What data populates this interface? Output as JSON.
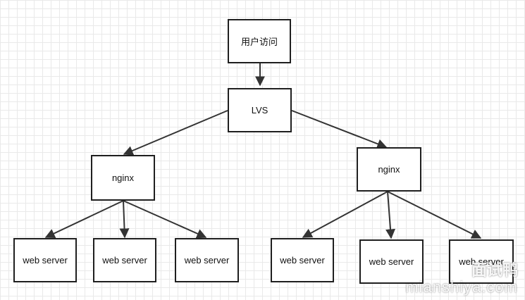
{
  "nodes": {
    "user": "用户访问",
    "lvs": "LVS",
    "nginx_left": "nginx",
    "nginx_right": "nginx",
    "web1": "web server",
    "web2": "web server",
    "web3": "web server",
    "web4": "web server",
    "web5": "web server",
    "web6": "web server"
  },
  "watermark": {
    "name": "面试鸭",
    "url": "mianshiya.com"
  },
  "colors": {
    "border": "#1f1f1f",
    "edge": "#333333",
    "grid": "#e9e9e9"
  }
}
